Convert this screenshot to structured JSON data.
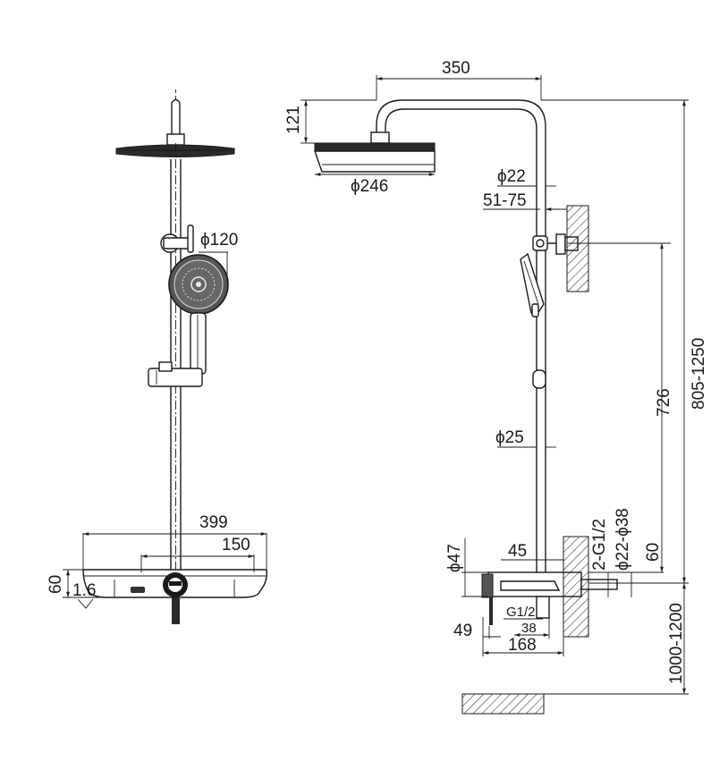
{
  "front_view": {
    "dim_width": "399",
    "dim_shelf": "150",
    "dim_height": "60",
    "dim_thickness": "1.6",
    "dim_handshower": "ϕ120"
  },
  "side_view": {
    "dim_reach": "350",
    "dim_drop": "121",
    "dim_head": "ϕ246",
    "dim_upper_pipe": "ϕ22",
    "dim_bracket": "51-75",
    "dim_lower_pipe": "ϕ25",
    "dim_bracket_height": "726",
    "dim_total_height": "805-1250",
    "dim_valve_height": "1000-1200",
    "dim_valve_dia": "ϕ47",
    "dim_offset": "45",
    "dim_inlet_thread": "2-G1/2",
    "dim_inlet_dia": "ϕ22-ϕ38",
    "dim_inlet_depth": "60",
    "dim_spout_thread": "G1/2",
    "dim_spout_depth": "38",
    "dim_handle": "49",
    "dim_spout_len": "168"
  }
}
